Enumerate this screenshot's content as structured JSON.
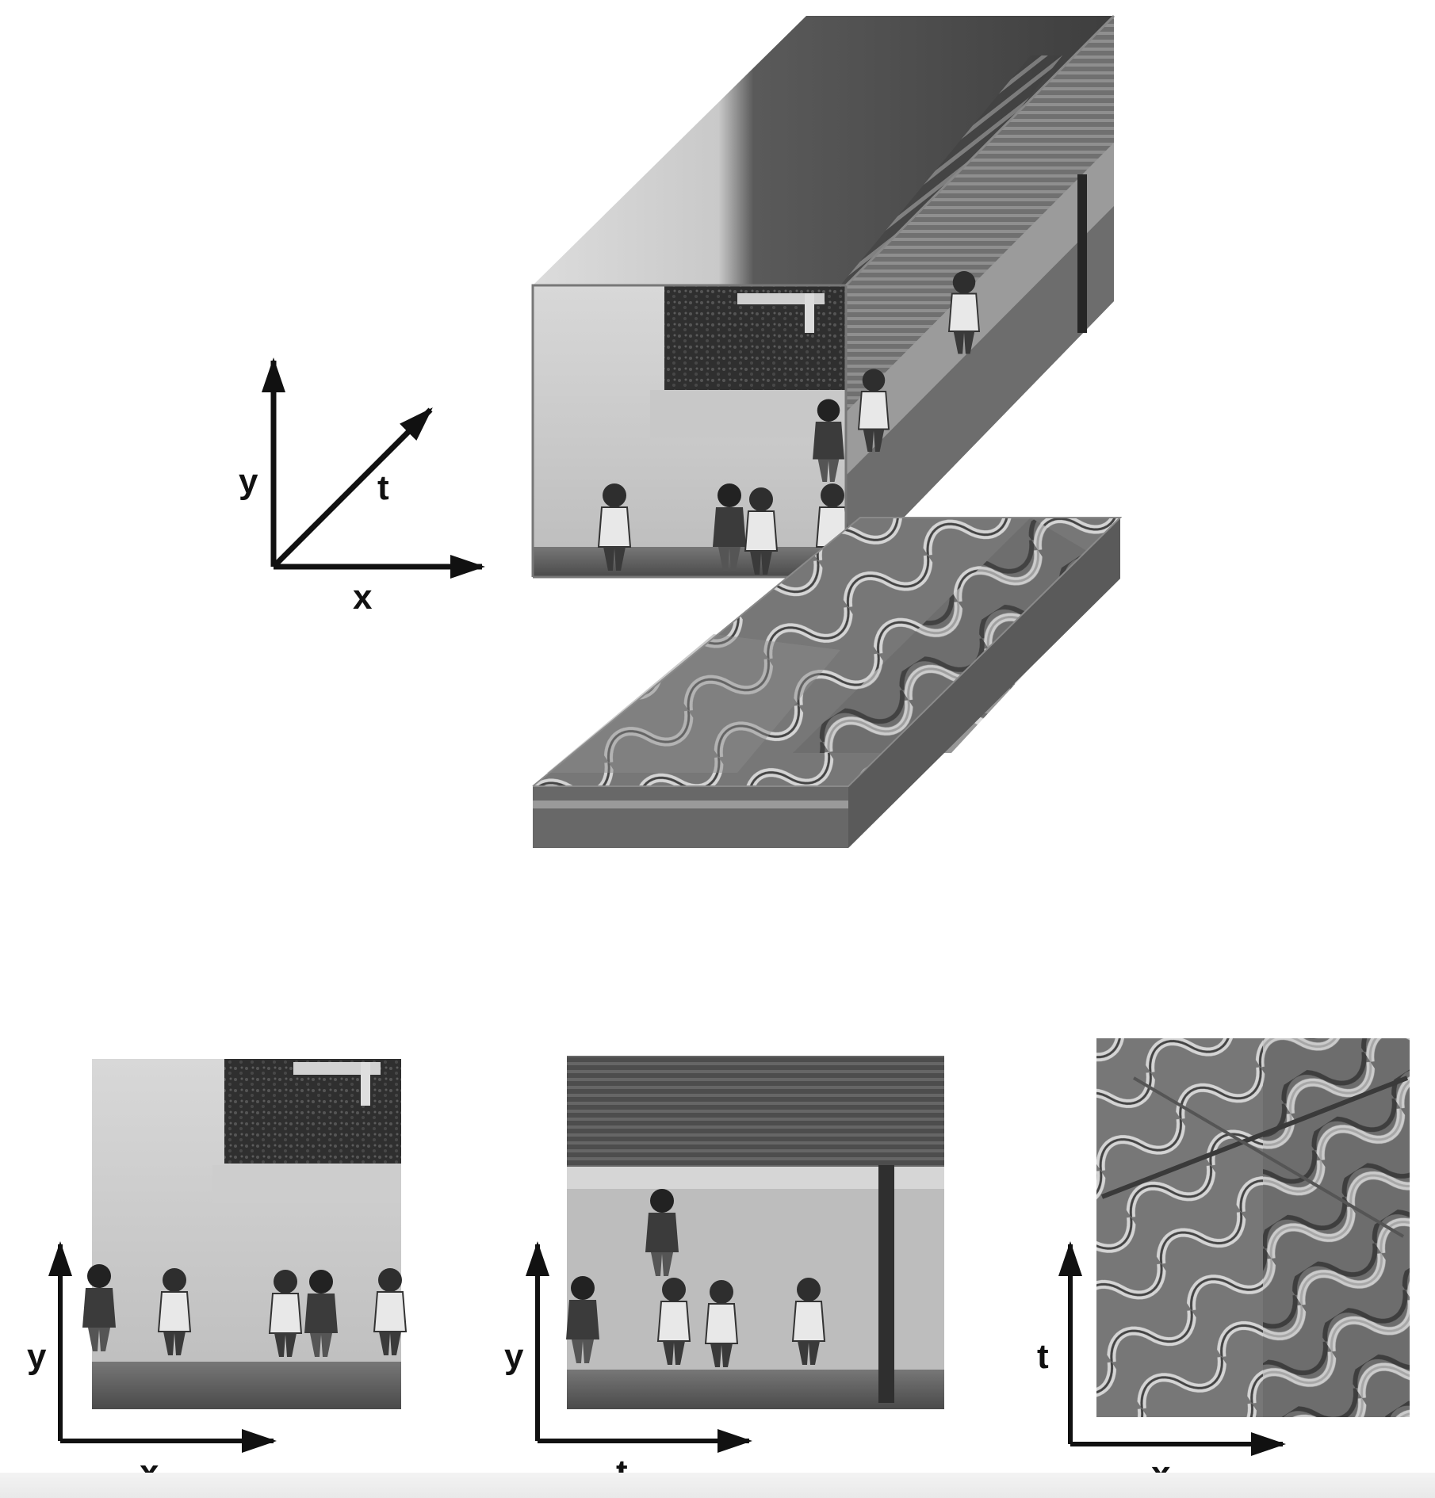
{
  "axes_3d": {
    "y": "y",
    "t": "t",
    "x": "x"
  },
  "slice_xy": {
    "vertical": "y",
    "horizontal": "x"
  },
  "slice_yt": {
    "vertical": "y",
    "horizontal": "t"
  },
  "slice_xt": {
    "vertical": "t",
    "horizontal": "x"
  },
  "colors": {
    "ink": "#111111",
    "background": "#ffffff"
  }
}
